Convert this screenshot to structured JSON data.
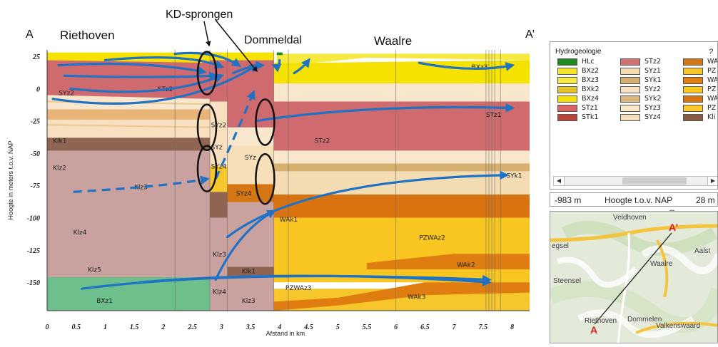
{
  "header": {
    "a_left": "A",
    "riethoven": "Riethoven",
    "kd_sprongen": "KD-sprongen",
    "dommeldal": "Dommeldal",
    "waalre": "Waalre",
    "a_right": "A’"
  },
  "chart_data": {
    "type": "area",
    "xlabel": "Afstand in km",
    "ylabel": "Hoogte in meters t.o.v. NAP",
    "xlim": [
      0,
      8.3
    ],
    "ylim": [
      -172,
      30
    ],
    "x_ticks": [
      "0",
      "0.5",
      "1",
      "1.5",
      "2",
      "2.5",
      "3",
      "3.5",
      "4",
      "4.5",
      "5",
      "5.5",
      "6",
      "6.5",
      "7",
      "7.5",
      "8"
    ],
    "y_ticks": [
      "25",
      "0",
      "-25",
      "-50",
      "-75",
      "-100",
      "-125",
      "-150"
    ],
    "y_tick_values": [
      25,
      0,
      -25,
      -50,
      -75,
      -100,
      -125,
      -150
    ],
    "layer_labels": [
      {
        "text": "SYz2",
        "x": 0.2,
        "y": -5
      },
      {
        "text": "STz2",
        "x": 1.9,
        "y": -2
      },
      {
        "text": "Klk1",
        "x": 0.1,
        "y": -42
      },
      {
        "text": "Klz2",
        "x": 0.1,
        "y": -63
      },
      {
        "text": "Klz3",
        "x": 1.5,
        "y": -78
      },
      {
        "text": "Klz4",
        "x": 0.45,
        "y": -113
      },
      {
        "text": "Klz5",
        "x": 0.7,
        "y": -142
      },
      {
        "text": "BXz1",
        "x": 0.85,
        "y": -166
      },
      {
        "text": "SYz2",
        "x": 2.82,
        "y": -30
      },
      {
        "text": "SYz",
        "x": 2.82,
        "y": -47
      },
      {
        "text": "SYz4",
        "x": 2.82,
        "y": -62
      },
      {
        "text": "SYz",
        "x": 3.4,
        "y": -55
      },
      {
        "text": "SYz4",
        "x": 3.25,
        "y": -83
      },
      {
        "text": "Klz3",
        "x": 2.85,
        "y": -130
      },
      {
        "text": "Klz4",
        "x": 2.85,
        "y": -159
      },
      {
        "text": "Klk1",
        "x": 3.35,
        "y": -143
      },
      {
        "text": "Klz3",
        "x": 3.35,
        "y": -166
      },
      {
        "text": "STz2",
        "x": 4.6,
        "y": -42
      },
      {
        "text": "WAk1",
        "x": 4.0,
        "y": -103
      },
      {
        "text": "PZWAz3",
        "x": 4.1,
        "y": -156
      },
      {
        "text": "PZWAz2",
        "x": 6.4,
        "y": -117
      },
      {
        "text": "WAk2",
        "x": 7.05,
        "y": -138
      },
      {
        "text": "WAk3",
        "x": 6.2,
        "y": -163
      },
      {
        "text": "BXz3",
        "x": 7.3,
        "y": 15
      },
      {
        "text": "STz1",
        "x": 7.55,
        "y": -22
      },
      {
        "text": "SYk1",
        "x": 7.9,
        "y": -69
      }
    ],
    "series_legend": [
      {
        "name": "HLc",
        "color": "#1e8a1e"
      },
      {
        "name": "BXz2",
        "color": "#f6e32b"
      },
      {
        "name": "BXz3",
        "color": "#f7ea3e"
      },
      {
        "name": "BXk2",
        "color": "#e2c42a"
      },
      {
        "name": "BXz4",
        "color": "#f3e000"
      },
      {
        "name": "STz1",
        "color": "#d96464"
      },
      {
        "name": "STk1",
        "color": "#b84537"
      },
      {
        "name": "STz2",
        "color": "#d27072"
      },
      {
        "name": "SYz1",
        "color": "#f4dcb2"
      },
      {
        "name": "SYk1",
        "color": "#d7b070"
      },
      {
        "name": "SYz2",
        "color": "#f7e1c0"
      },
      {
        "name": "SYk2",
        "color": "#d9b77c"
      },
      {
        "name": "SYz3",
        "color": "#f9e7c9"
      },
      {
        "name": "SYz4",
        "color": "#f5dfba"
      },
      {
        "name": "WA",
        "color": "#d47613"
      },
      {
        "name": "PZ",
        "color": "#f7c62a"
      },
      {
        "name": "WA",
        "color": "#e07d10"
      },
      {
        "name": "PZ",
        "color": "#f9c821"
      },
      {
        "name": "WA",
        "color": "#d9730f"
      },
      {
        "name": "PZ",
        "color": "#fbc92d"
      },
      {
        "name": "Kli",
        "color": "#8a5a45"
      }
    ]
  },
  "legend": {
    "title": "Hydrogeologie",
    "help": "?"
  },
  "height_control": {
    "left_value": "-983 m",
    "label": "Hoogte t.o.v. NAP",
    "right_value": "28 m",
    "slider_position": 0.75
  },
  "map": {
    "places": [
      "Veldhoven",
      "egsel",
      "Aalst",
      "Waalre",
      "Steensel",
      "Riethoven",
      "Dommelen",
      "Valkenswaard"
    ],
    "marker_a": "A",
    "marker_a_prime": "A’"
  }
}
